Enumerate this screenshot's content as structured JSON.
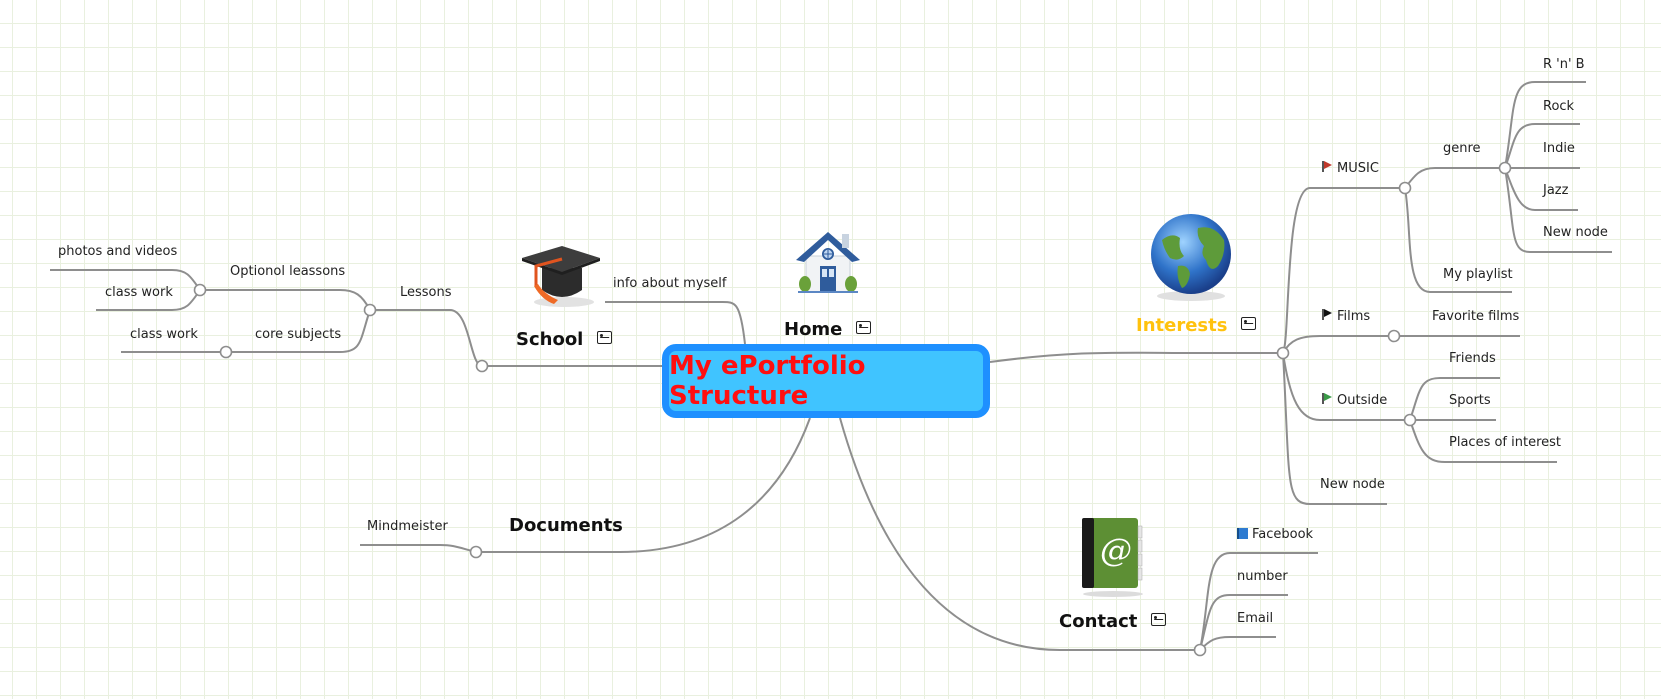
{
  "central_topic": {
    "label": "My ePortfolio Structure",
    "text_color": "#ff0f0f",
    "fill": "#40c4ff",
    "border": "#1e90ff"
  },
  "main_topics": {
    "home": {
      "label": "Home",
      "image": "house-icon",
      "has_image_marker": true
    },
    "school": {
      "label": "School",
      "image": "graduation-cap-icon",
      "has_image_marker": true
    },
    "interests": {
      "label": "Interests",
      "image": "globe-icon",
      "has_image_marker": true,
      "text_color": "#ffc20e"
    },
    "documents": {
      "label": "Documents"
    },
    "contact": {
      "label": "Contact",
      "image": "address-book-icon",
      "has_image_marker": true
    }
  },
  "home_children": [
    {
      "label": "info about myself"
    }
  ],
  "school_children": {
    "lessons": {
      "label": "Lessons"
    },
    "optional": {
      "label": "Optionol leassons"
    },
    "optional_children": [
      {
        "label": "photos and videos"
      },
      {
        "label": "class work"
      }
    ],
    "core": {
      "label": "core subjects"
    },
    "core_children": [
      {
        "label": "class work"
      }
    ]
  },
  "interests_children": {
    "music": {
      "label": "MUSIC",
      "flag": "red-flag-icon",
      "flag_color": "#c0392b"
    },
    "genre": {
      "label": "genre"
    },
    "genres": [
      {
        "label": "R 'n' B"
      },
      {
        "label": "Rock"
      },
      {
        "label": "Indie"
      },
      {
        "label": "Jazz"
      },
      {
        "label": "New node"
      }
    ],
    "playlist": {
      "label": "My playlist"
    },
    "films": {
      "label": "Films",
      "flag": "black-flag-icon",
      "flag_color": "#111111"
    },
    "favorite_films": {
      "label": "Favorite films"
    },
    "outside": {
      "label": "Outside",
      "flag": "green-flag-icon",
      "flag_color": "#3a9a48"
    },
    "outside_items": [
      {
        "label": "Friends"
      },
      {
        "label": "Sports"
      },
      {
        "label": "Places of interest"
      }
    ],
    "new_node": {
      "label": "New node"
    }
  },
  "documents_children": [
    {
      "label": "Mindmeister"
    }
  ],
  "contact_children": [
    {
      "label": "Facebook",
      "icon": "book-icon"
    },
    {
      "label": "number"
    },
    {
      "label": "Email"
    }
  ]
}
